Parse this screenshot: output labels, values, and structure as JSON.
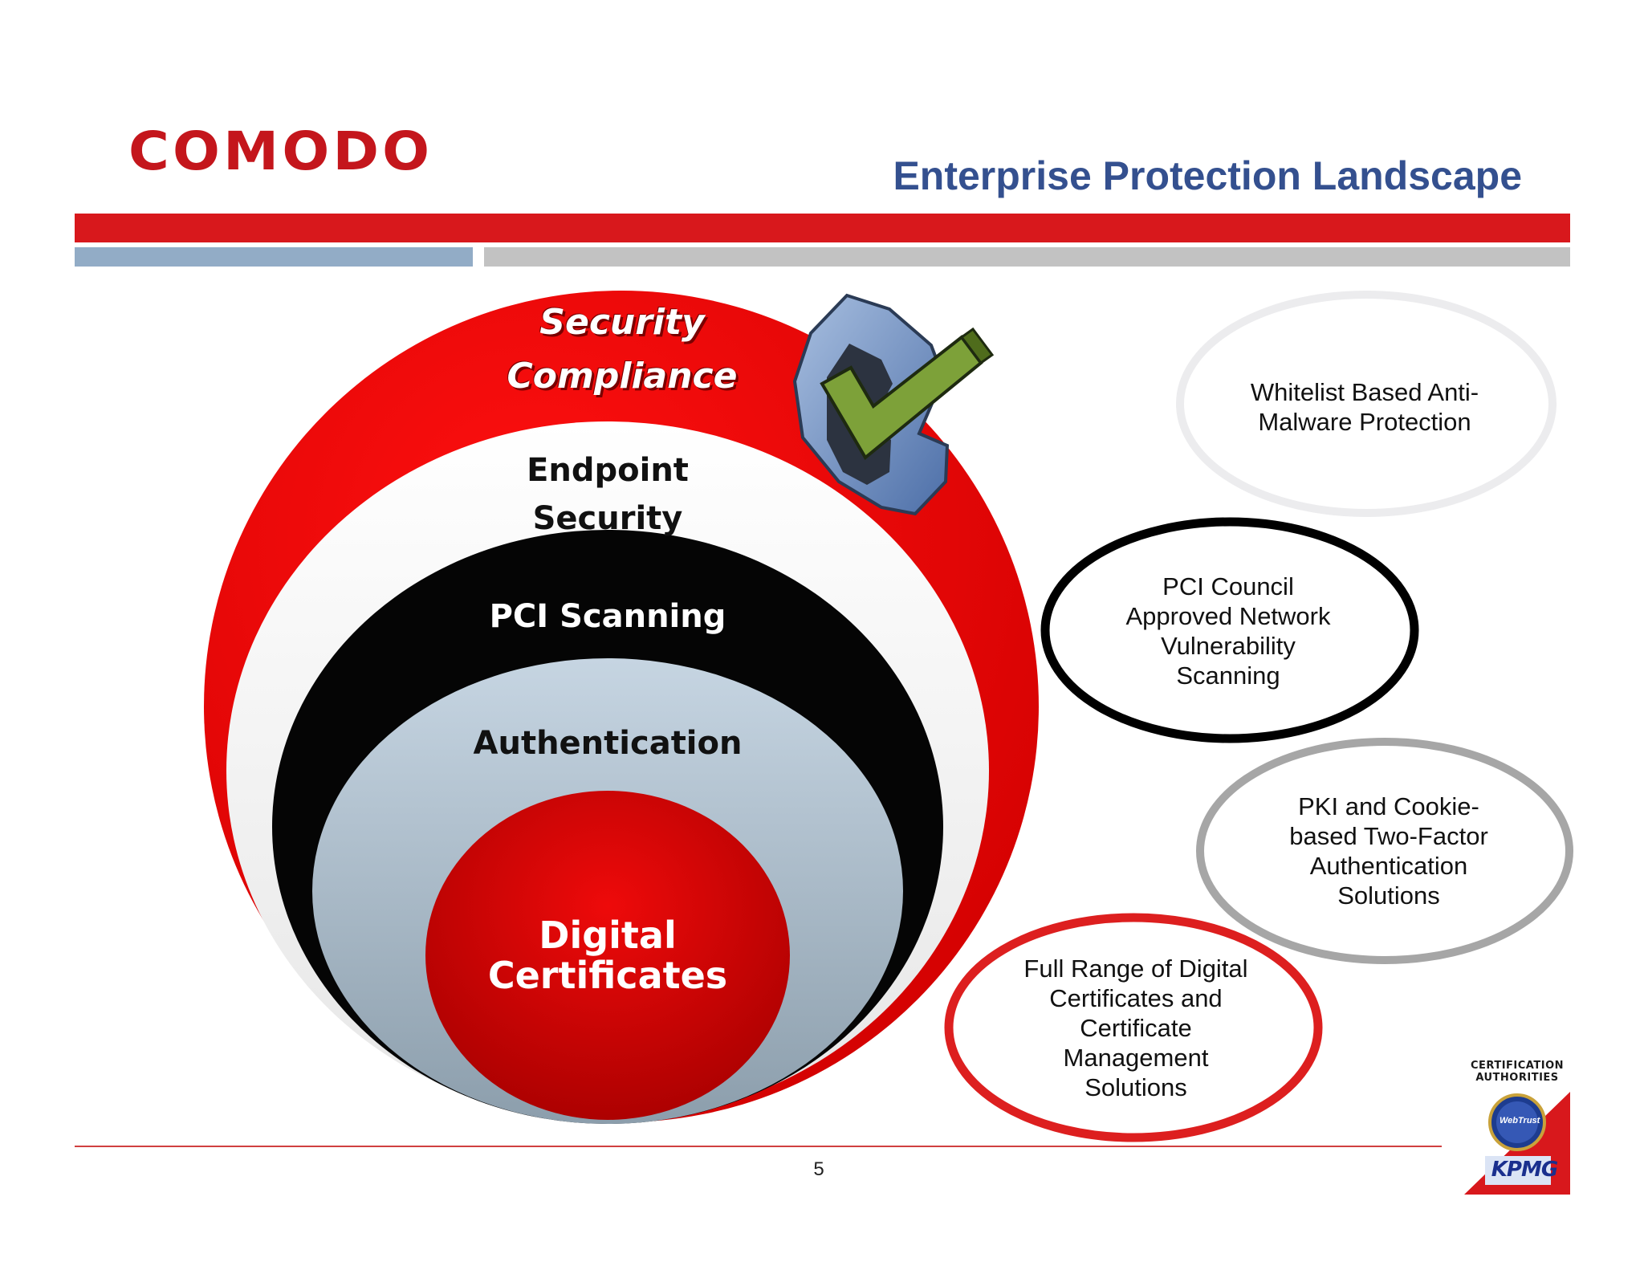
{
  "header": {
    "logo_text": "COMODO",
    "title": "Enterprise Protection Landscape"
  },
  "diagram": {
    "rings": [
      {
        "label_line1": "Security",
        "label_line2": "Compliance",
        "color": "#e00000"
      },
      {
        "label_line1": "Endpoint",
        "label_line2": "Security",
        "color": "#eeeeee"
      },
      {
        "label": "PCI Scanning",
        "color": "#000000"
      },
      {
        "label": "Authentication",
        "color": "#b8cad8"
      },
      {
        "label_line1": "Digital",
        "label_line2": "Certificates",
        "color": "#cc0000"
      }
    ],
    "checkmark_icon": "checkmark-shield-icon",
    "callouts": [
      {
        "lines": [
          "Whitelist Based Anti-",
          "Malware Protection"
        ],
        "outline_color": "#ececee"
      },
      {
        "lines": [
          "PCI Council",
          "Approved Network",
          "Vulnerability",
          "Scanning"
        ],
        "outline_color": "#000000"
      },
      {
        "lines": [
          "PKI and Cookie-",
          "based Two-Factor",
          "Authentication",
          "Solutions"
        ],
        "outline_color": "#a6a6a6"
      },
      {
        "lines": [
          "Full Range of Digital",
          "Certificates and",
          "Certificate",
          "Management",
          "Solutions"
        ],
        "outline_color": "#dd1f1f"
      }
    ]
  },
  "footer": {
    "page_number": "5",
    "badge_line1": "CERTIFICATION",
    "badge_line2": "AUTHORITIES",
    "badge_seal": "WebTrust",
    "badge_brand": "KPMG"
  }
}
